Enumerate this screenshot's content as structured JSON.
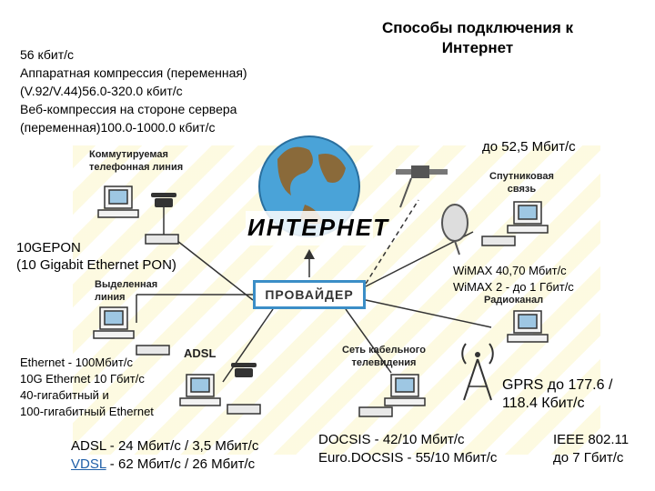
{
  "title": "Способы подключения к Интернет",
  "globe_text": "Интернет",
  "provider": "ПРОВАЙДЕР",
  "dialup_text": [
    "56 кбит/с",
    "Аппаратная компрессия (переменная)",
    "(V.92/V.44)56.0-320.0 кбит/с",
    "Веб-компрессия на стороне сервера",
    "(переменная)100.0-1000.0 кбит/с"
  ],
  "gepon_text": [
    "10GEPON",
    "(10 Gigabit Ethernet PON)"
  ],
  "ethernet_text": [
    "Ethernet - 100Мбит/с",
    "10G Ethernet 10 Гбит/с",
    "40-гигабитный и",
    "100-гигабитный Ethernet"
  ],
  "adsl_line1": "ADSL - 24 Мбит/с / 3,5 Мбит/с",
  "vdsl_link": "VDSL",
  "vdsl_rest": " - 62 Мбит/с / 26 Мбит/с",
  "satellite_speed": "до 52,5 Мбит/с",
  "wimax_text": [
    "WiMAX 40,70 Мбит/с",
    "WiMAX 2 - до 1 Гбит/с"
  ],
  "gprs_text": [
    "GPRS до 177.6 /",
    "118.4 Кбит/с"
  ],
  "docsis_text": [
    "DOCSIS - 42/10 Мбит/с",
    "Euro.DOCSIS - 55/10 Мбит/с"
  ],
  "ieee_text": [
    "IEEE 802.11",
    "до 7 Гбит/с"
  ],
  "labels": {
    "dialup": [
      "Коммутируемая",
      "телефонная линия"
    ],
    "leased": [
      "Выделенная",
      "линия"
    ],
    "adsl": "ADSL",
    "satellite": [
      "Спутниковая",
      "связь"
    ],
    "radio": "Радиоканал",
    "cable": [
      "Сеть кабельного",
      "телевидения"
    ]
  },
  "colors": {
    "provider_border": "#3b8ec7",
    "globe_water": "#4aa3d8",
    "globe_land": "#8a6a3a",
    "link": "#1f5fa8"
  }
}
